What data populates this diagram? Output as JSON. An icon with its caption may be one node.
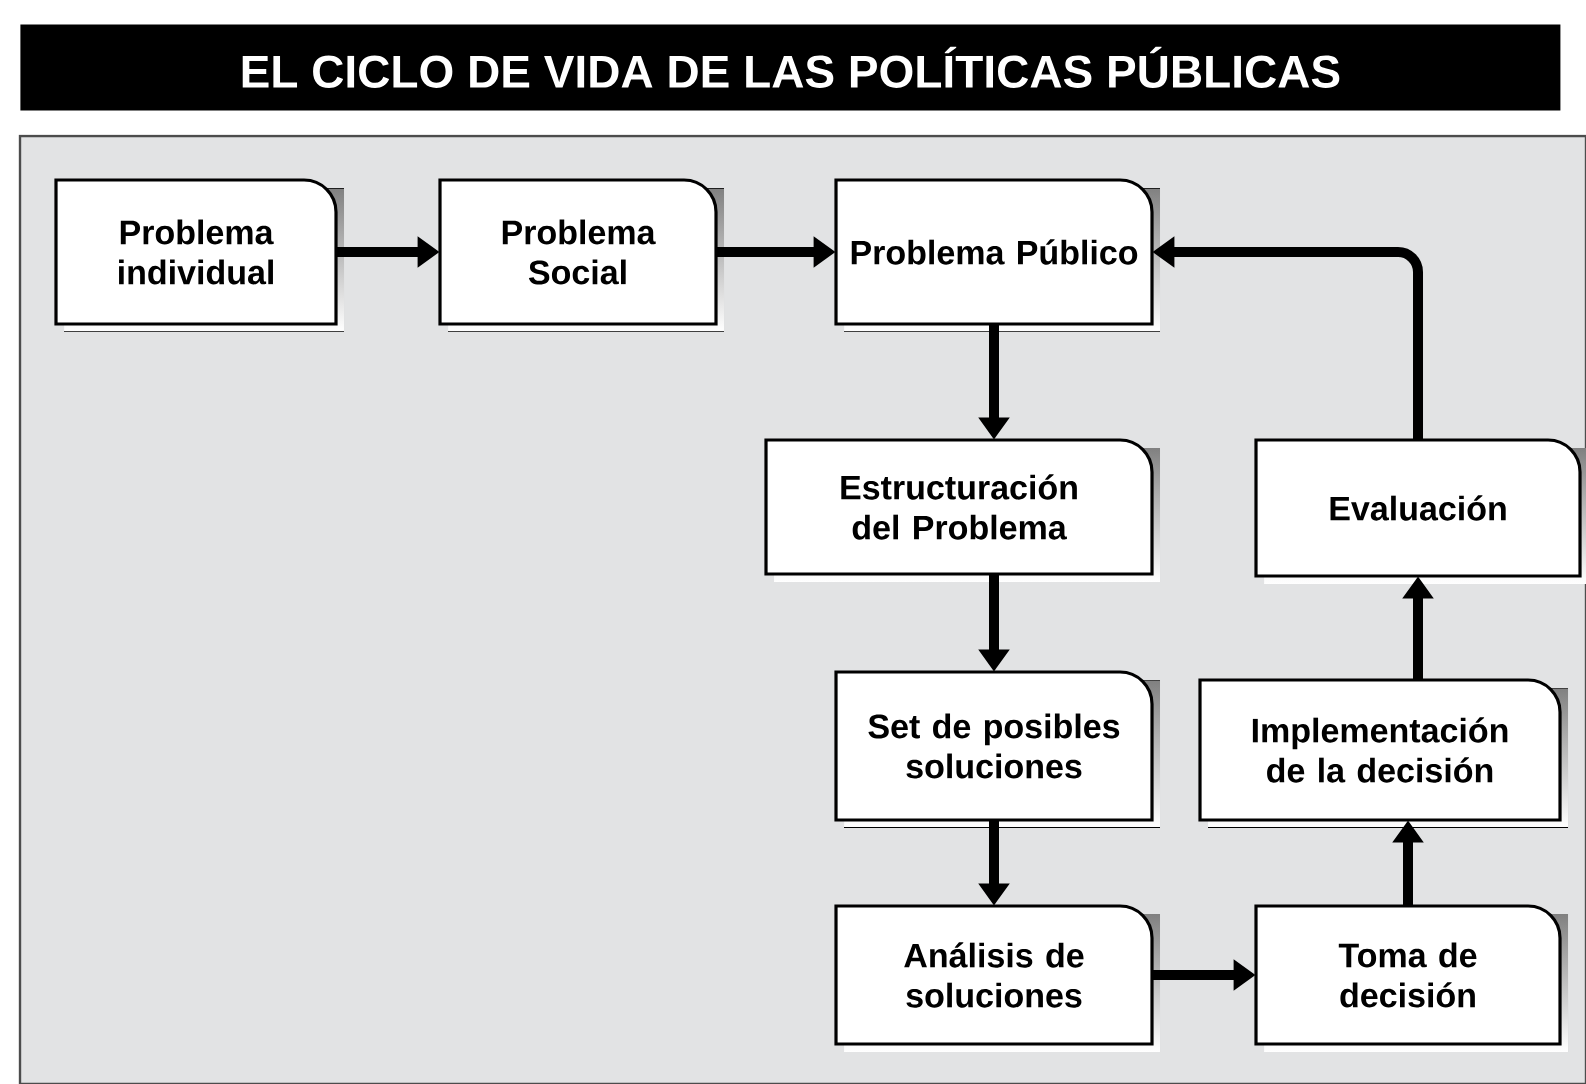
{
  "diagram": {
    "title": "EL CICLO DE VIDA DE LAS POLÍTICAS PÚBLICAS",
    "nodes": [
      {
        "text": [
          "Problema individual"
        ]
      },
      {
        "text": [
          "Problema Social"
        ]
      },
      {
        "text": [
          "Problema Público"
        ]
      },
      {
        "text": [
          "Estructuración del Problema"
        ]
      },
      {
        "text": [
          "Evaluación"
        ]
      },
      {
        "text": [
          "Set de posibles soluciones"
        ]
      },
      {
        "text": [
          "Implementación de la decisión"
        ]
      },
      {
        "text": [
          "Análisis de soluciones"
        ]
      },
      {
        "text": [
          "Toma de decisión"
        ]
      }
    ],
    "edges": [
      {
        "from": 0,
        "to": 1,
        "arrow": "to"
      },
      {
        "from": 1,
        "to": 2,
        "arrow": "to"
      },
      {
        "from": 2,
        "to": 3,
        "arrow": "to"
      },
      {
        "from": 3,
        "to": 5,
        "arrow": "to"
      },
      {
        "from": 5,
        "to": 7,
        "arrow": "to"
      },
      {
        "from": 7,
        "to": 8,
        "arrow": "to"
      },
      {
        "from": 8,
        "to": 6,
        "arrow": "to"
      },
      {
        "from": 6,
        "to": 4,
        "arrow": "to"
      },
      {
        "from": 4,
        "to": 2,
        "arrow": "to"
      }
    ]
  }
}
